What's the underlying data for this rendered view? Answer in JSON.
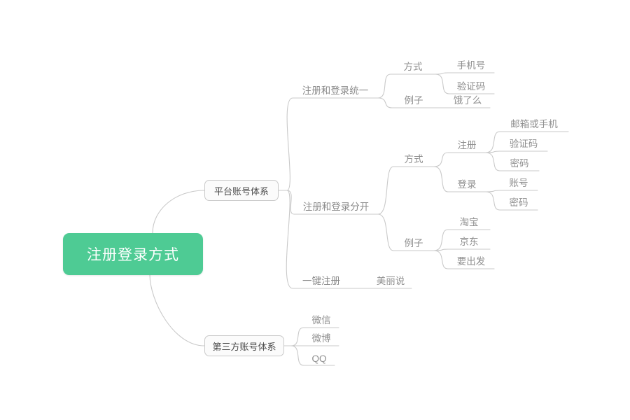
{
  "diagram": {
    "type": "mind-map",
    "title": "注册登录方式",
    "background_color": "#ffffff",
    "root_color": "#4ECB94",
    "line_color": "#c8c8c8",
    "text_color": "#8b8b8b"
  },
  "root": {
    "label": "注册登录方式"
  },
  "branches": [
    {
      "label": "平台账号体系",
      "children": [
        {
          "label": "注册和登录统一",
          "children": [
            {
              "label": "方式",
              "children": [
                {
                  "label": "手机号"
                },
                {
                  "label": "验证码"
                }
              ]
            },
            {
              "label": "例子",
              "children": [
                {
                  "label": "饿了么"
                }
              ]
            }
          ]
        },
        {
          "label": "注册和登录分开",
          "children": [
            {
              "label": "方式",
              "children": [
                {
                  "label": "注册",
                  "children": [
                    {
                      "label": "邮箱或手机"
                    },
                    {
                      "label": "验证码"
                    },
                    {
                      "label": "密码"
                    }
                  ]
                },
                {
                  "label": "登录",
                  "children": [
                    {
                      "label": "账号"
                    },
                    {
                      "label": "密码"
                    }
                  ]
                }
              ]
            },
            {
              "label": "例子",
              "children": [
                {
                  "label": "淘宝"
                },
                {
                  "label": "京东"
                },
                {
                  "label": "要出发"
                }
              ]
            }
          ]
        },
        {
          "label": "一键注册",
          "children": [
            {
              "label": "美丽说"
            }
          ]
        }
      ]
    },
    {
      "label": "第三方账号体系",
      "children": [
        {
          "label": "微信"
        },
        {
          "label": "微博"
        },
        {
          "label": "QQ"
        }
      ]
    }
  ],
  "nodes": {
    "root": "注册登录方式",
    "platform_account": "平台账号体系",
    "third_party_account": "第三方账号体系",
    "unified": "注册和登录统一",
    "separated": "注册和登录分开",
    "one_click": "一键注册",
    "unified_method": "方式",
    "unified_example": "例子",
    "unified_phone": "手机号",
    "unified_code": "验证码",
    "unified_eleme": "饿了么",
    "sep_method": "方式",
    "sep_example": "例子",
    "sep_register": "注册",
    "sep_login": "登录",
    "sep_reg_email_phone": "邮箱或手机",
    "sep_reg_code": "验证码",
    "sep_reg_password": "密码",
    "sep_login_account": "账号",
    "sep_login_password": "密码",
    "sep_ex_taobao": "淘宝",
    "sep_ex_jingdong": "京东",
    "sep_ex_yaochufa": "要出发",
    "one_click_meilishuo": "美丽说",
    "tp_wechat": "微信",
    "tp_weibo": "微博",
    "tp_qq": "QQ"
  }
}
